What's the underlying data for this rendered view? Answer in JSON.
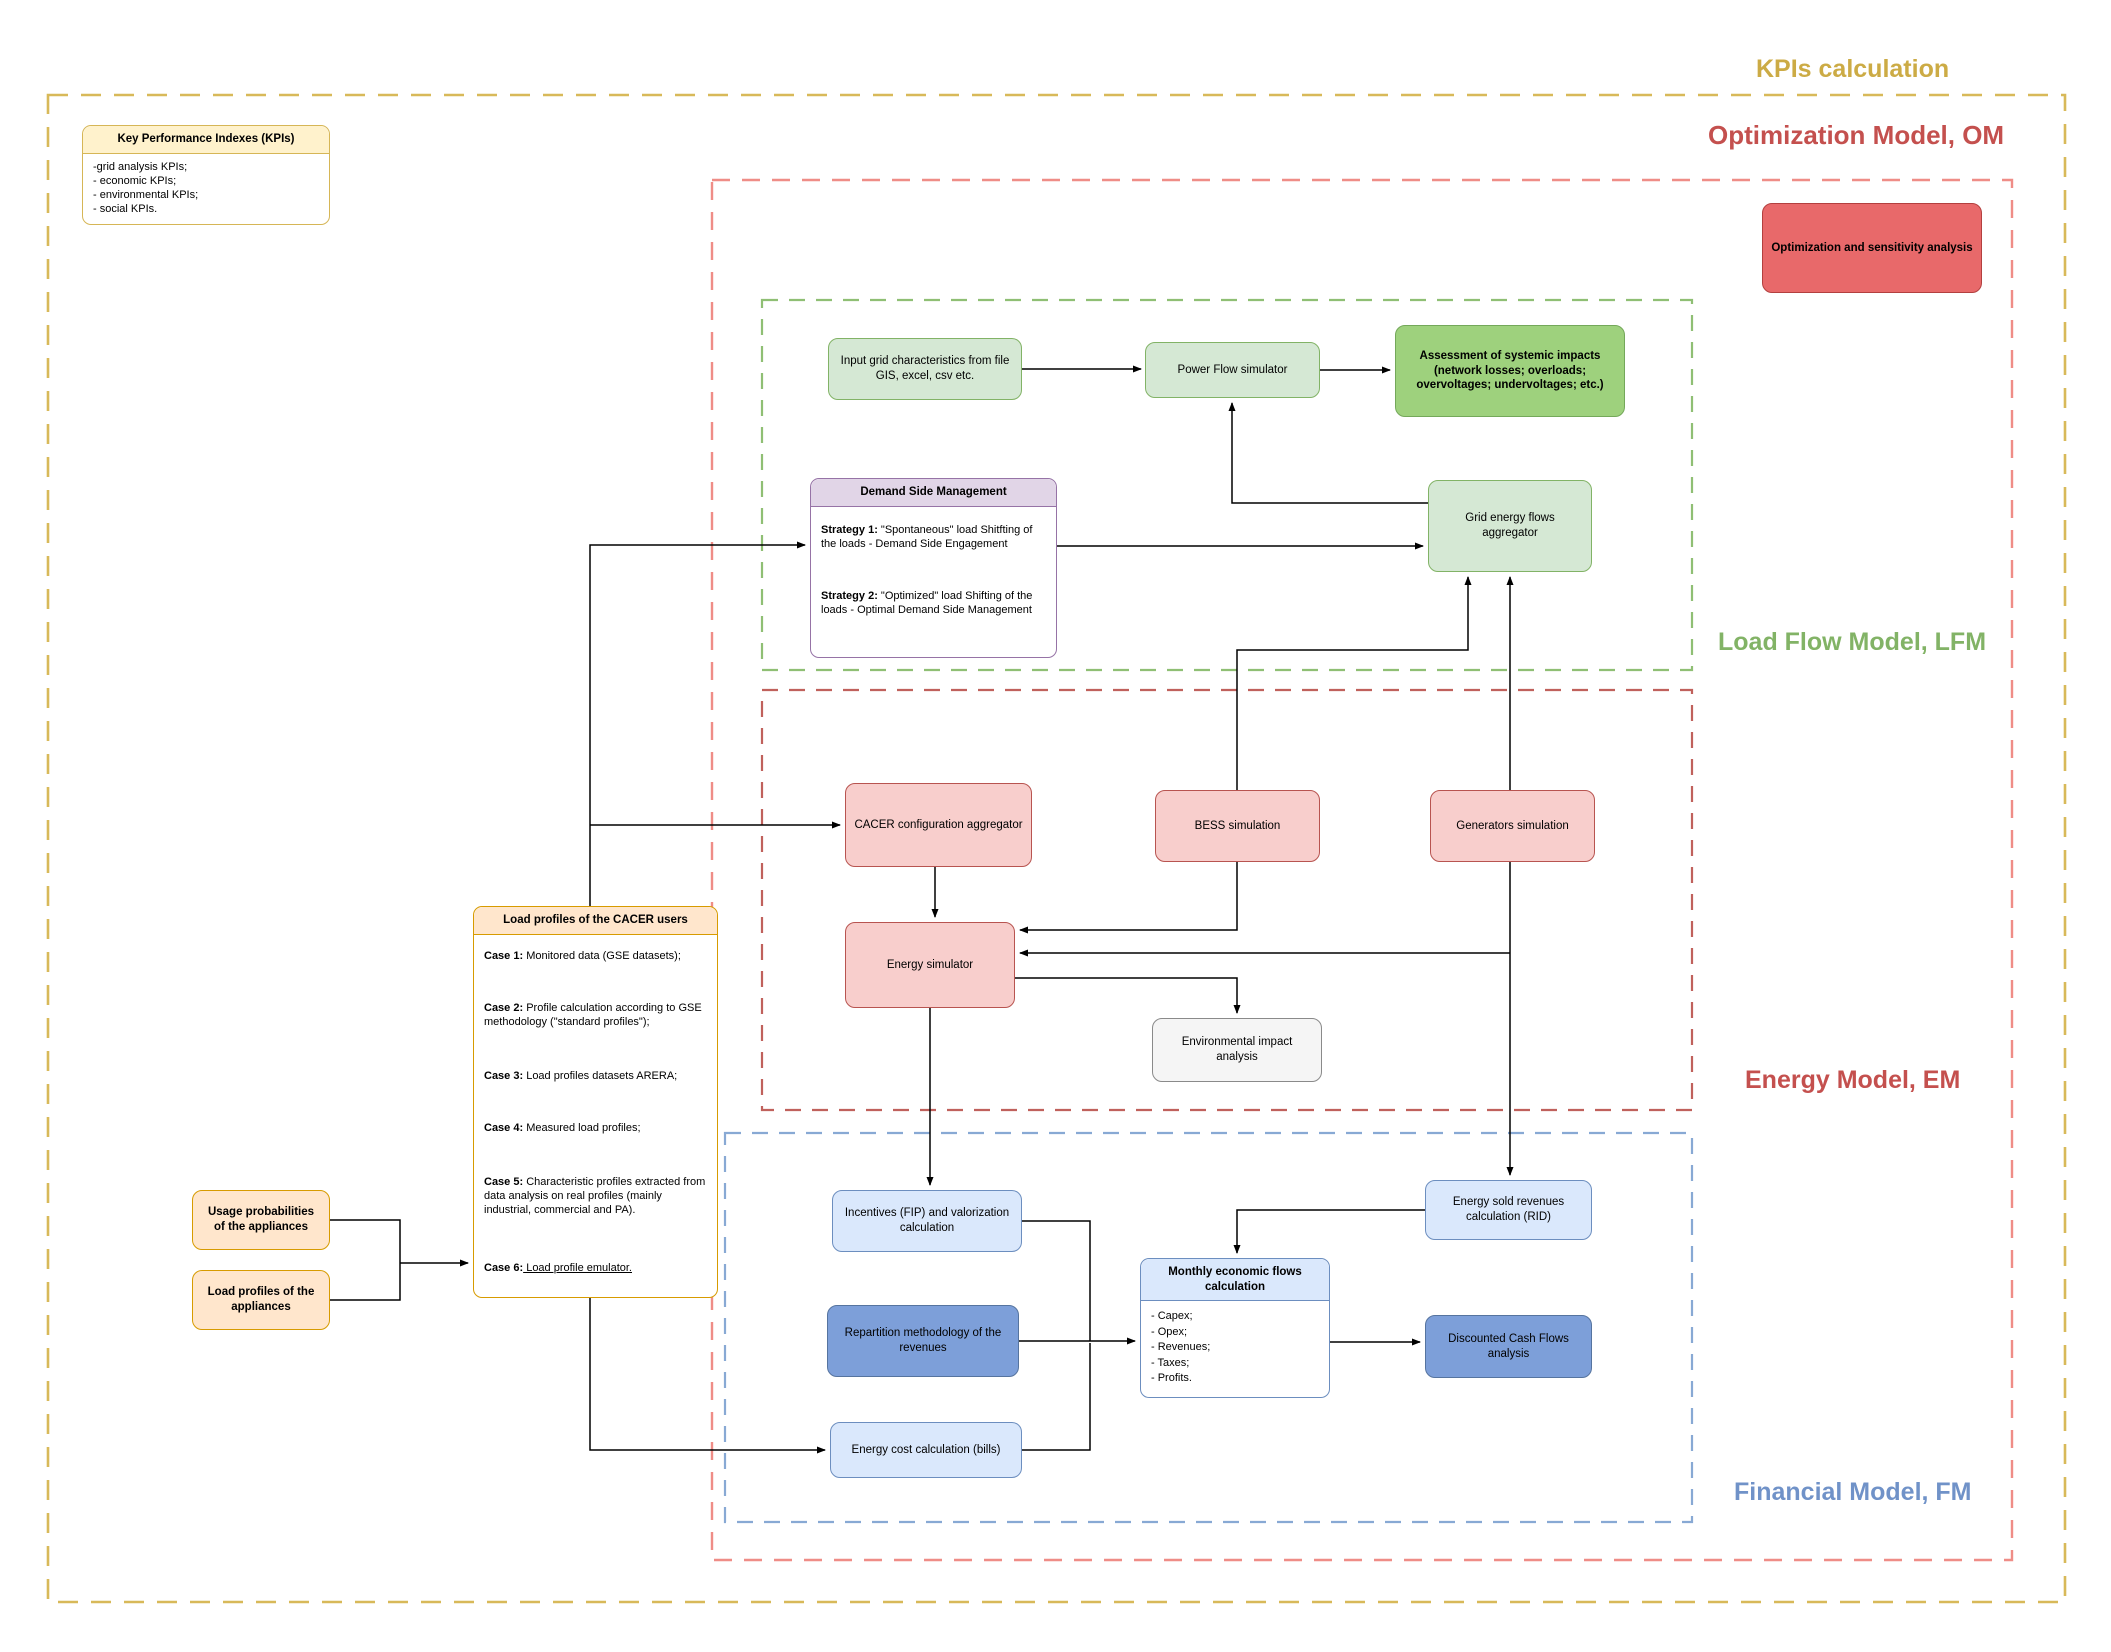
{
  "sections": {
    "kpis": {
      "label": "KPIs calculation",
      "color": "#ccab45"
    },
    "om": {
      "label": "Optimization Model, OM",
      "color": "#c4504e"
    },
    "lfm": {
      "label": "Load Flow Model, LFM",
      "color": "#82b366"
    },
    "em": {
      "label": "Energy Model, EM",
      "color": "#c4504e"
    },
    "fm": {
      "label": "Financial Model, FM",
      "color": "#7092c8"
    }
  },
  "kpi_box": {
    "header": "Key Performance Indexes (KPIs)",
    "items": [
      "-grid analysis KPIs;",
      "- economic KPIs;",
      "- environmental KPIs;",
      "- social KPIs."
    ]
  },
  "nodes": {
    "opt_sens": "Optimization and sensitivity analysis",
    "input_grid": "Input grid characteristics from file GIS, excel, csv etc.",
    "power_flow": "Power Flow simulator",
    "assessment": "Assessment of systemic impacts (network losses; overloads; overvoltages; undervoltages; etc.)",
    "aggregator": "Grid energy flows aggregator",
    "cacer_config": "CACER configuration aggregator",
    "bess": "BESS simulation",
    "generators": "Generators simulation",
    "energy_sim": "Energy simulator",
    "env_impact": "Environmental impact analysis",
    "usage_prob": "Usage probabilities of the appliances",
    "load_prof": "Load profiles of the appliances",
    "incentives": "Incentives (FIP) and valorization calculation",
    "repartition": "Repartition methodology of the revenues",
    "energy_cost": "Energy cost calculation (bills)",
    "rid": "Energy sold revenues calculation (RID)",
    "dcf": "Discounted Cash Flows analysis"
  },
  "dsm": {
    "header": "Demand Side Management",
    "strategies": [
      {
        "label": "Strategy 1:",
        "text": " \"Spontaneous\" load Shitfting of the loads - Demand Side Engagement"
      },
      {
        "label": "Strategy 2:",
        "text": " \"Optimized\" load Shifting of the loads - Optimal Demand Side Management"
      }
    ]
  },
  "cacer": {
    "header": "Load profiles of the CACER users",
    "cases": [
      {
        "label": "Case 1:",
        "text": " Monitored data (GSE datasets);"
      },
      {
        "label": "Case 2:",
        "text": " Profile calculation according to GSE methodology (\"standard profiles\");"
      },
      {
        "label": "Case 3:",
        "text": " Load profiles datasets ARERA;"
      },
      {
        "label": "Case 4:",
        "text": " Measured load profiles;"
      },
      {
        "label": "Case 5:",
        "text": " Characteristic profiles extracted from data analysis on real profiles (mainly industrial, commercial and PA)."
      },
      {
        "label": "Case 6:",
        "text": " Load profile emulator."
      }
    ]
  },
  "monthly": {
    "header": "Monthly economic flows calculation",
    "items": [
      "- Capex;",
      "- Opex;",
      "- Revenues;",
      "- Taxes;",
      "- Profits."
    ]
  },
  "colors": {
    "frame_kpis": "#d8b959",
    "frame_om": "#ef8d87",
    "frame_lfm": "#8fbf74",
    "frame_em": "#c0615c",
    "frame_fm": "#88a9d4",
    "node_green_light": "#d5e8d4",
    "node_green_medium": "#9ed17d",
    "node_pink": "#f8cecc",
    "node_red": "#e8696a",
    "node_blue_light": "#dae8fc",
    "node_blue_medium": "#7d9fd9",
    "node_orange": "#ffe6cc",
    "edge": "#000000"
  }
}
